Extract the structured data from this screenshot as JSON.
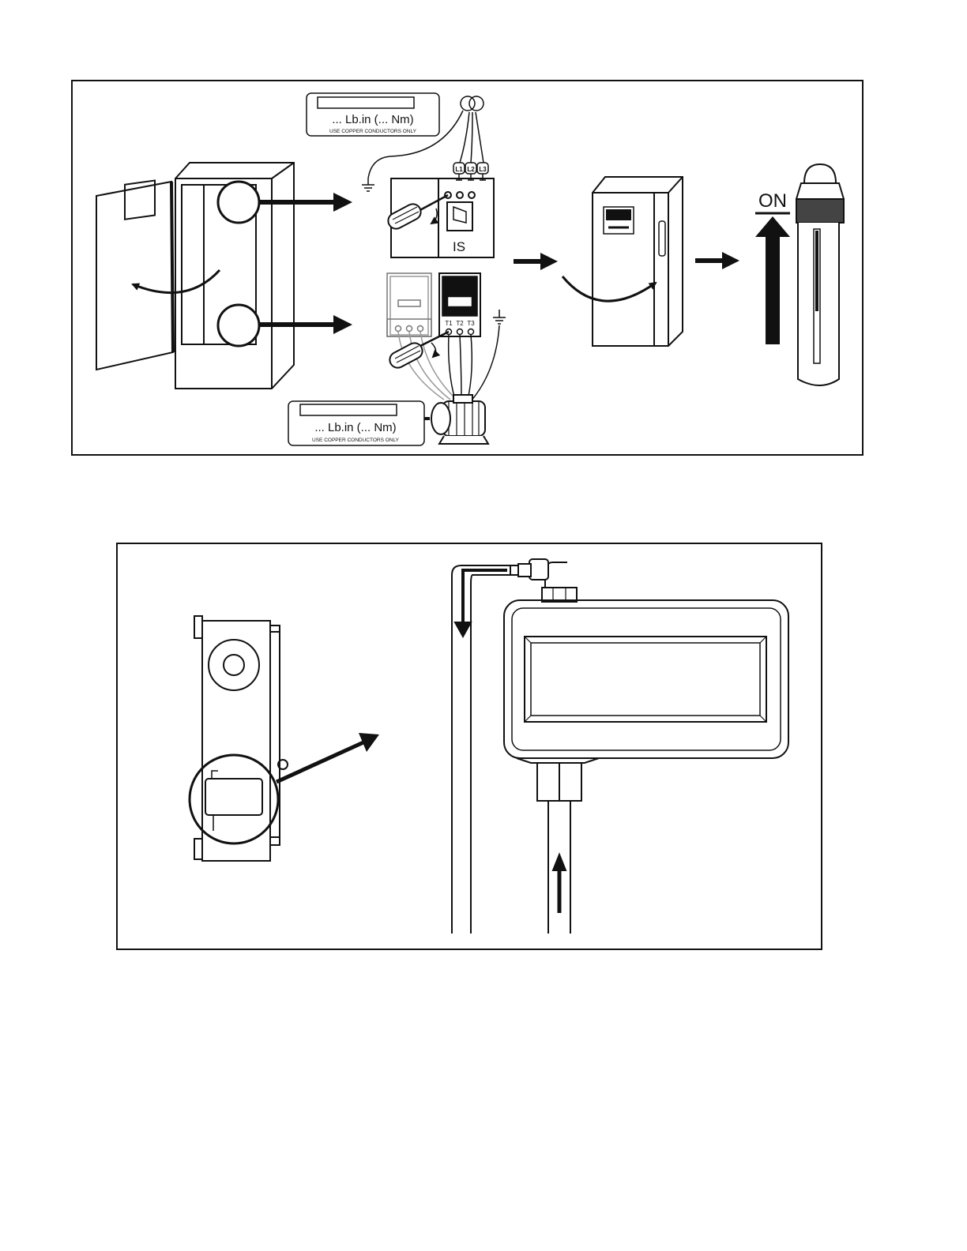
{
  "figure_top": {
    "torque_label_top": {
      "value": "... Lb.in (... Nm)",
      "note": "USE COPPER CONDUCTORS ONLY"
    },
    "torque_label_bottom": {
      "value": "... Lb.in (... Nm)",
      "note": "USE COPPER CONDUCTORS ONLY"
    },
    "line_terminals": [
      "L1",
      "L2",
      "L3"
    ],
    "load_terminals": [
      "T1",
      "T2",
      "T3"
    ],
    "switch_label": "IS",
    "on_label": "ON"
  },
  "figure_bottom": {}
}
